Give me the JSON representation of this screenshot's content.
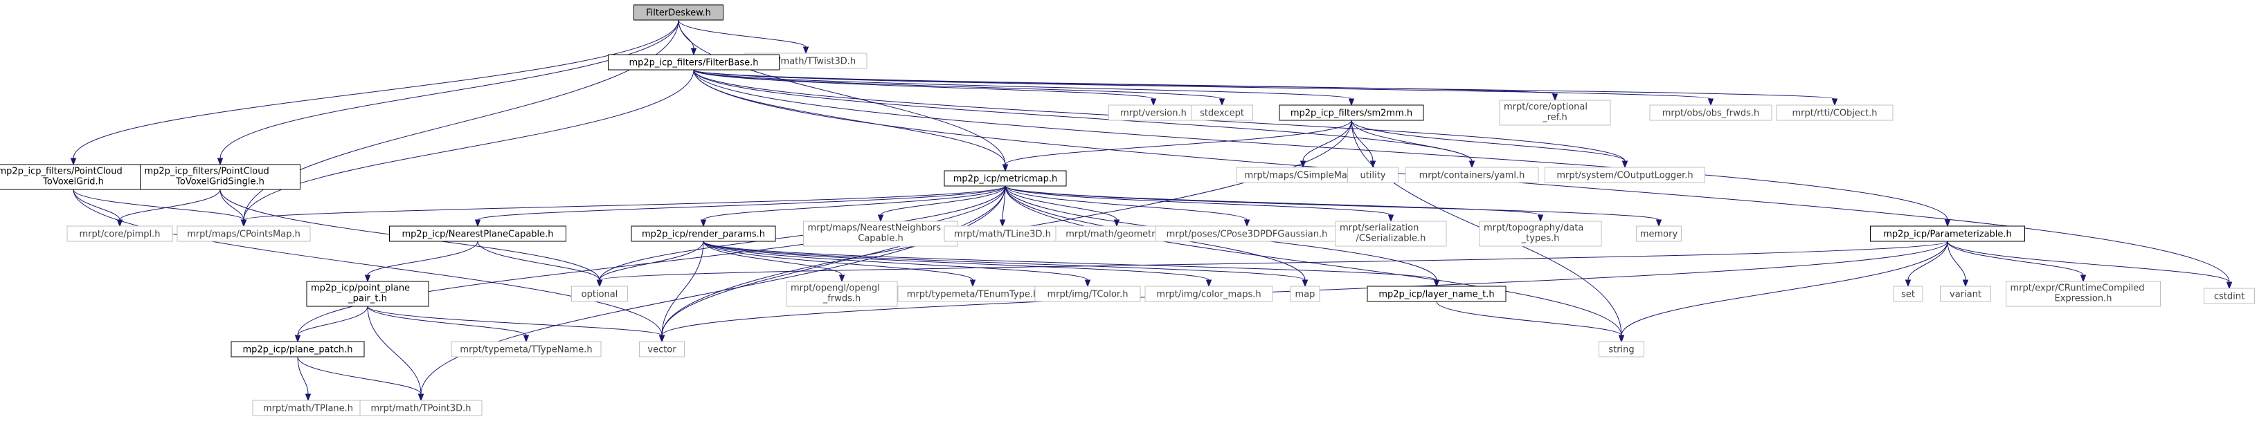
{
  "diagram": {
    "kind": "include-dependency-graph",
    "colors": {
      "edge": "#191970",
      "documented_border": "#000000",
      "system_border": "#bfbfbf",
      "root_fill": "#bfbfbf",
      "text_dark": "#000000",
      "text_grey": "#404040"
    },
    "nodes": [
      {
        "id": "root",
        "lines": [
          "FilterDeskew.h"
        ],
        "style": "root"
      },
      {
        "id": "ttwist",
        "lines": [
          "mrpt/math/TTwist3D.h"
        ],
        "style": "system"
      },
      {
        "id": "filterbase",
        "lines": [
          "mp2p_icp_filters/FilterBase.h"
        ],
        "style": "documented"
      },
      {
        "id": "pcvg",
        "lines": [
          "mp2p_icp_filters/PointCloud",
          "ToVoxelGrid.h"
        ],
        "style": "documented"
      },
      {
        "id": "pcvgs",
        "lines": [
          "mp2p_icp_filters/PointCloud",
          "ToVoxelGridSingle.h"
        ],
        "style": "documented"
      },
      {
        "id": "version",
        "lines": [
          "mrpt/version.h"
        ],
        "style": "system"
      },
      {
        "id": "stdexcept",
        "lines": [
          "stdexcept"
        ],
        "style": "system"
      },
      {
        "id": "sm2mm",
        "lines": [
          "mp2p_icp_filters/sm2mm.h"
        ],
        "style": "documented"
      },
      {
        "id": "optional_ref",
        "lines": [
          "mrpt/core/optional",
          "_ref.h"
        ],
        "style": "system"
      },
      {
        "id": "obsfrwds",
        "lines": [
          "mrpt/obs/obs_frwds.h"
        ],
        "style": "system"
      },
      {
        "id": "cobject",
        "lines": [
          "mrpt/rtti/CObject.h"
        ],
        "style": "system"
      },
      {
        "id": "csimplemap",
        "lines": [
          "mrpt/maps/CSimpleMap.h"
        ],
        "style": "system"
      },
      {
        "id": "utility",
        "lines": [
          "utility"
        ],
        "style": "system"
      },
      {
        "id": "yaml",
        "lines": [
          "mrpt/containers/yaml.h"
        ],
        "style": "system"
      },
      {
        "id": "coutlogger",
        "lines": [
          "mrpt/system/COutputLogger.h"
        ],
        "style": "system"
      },
      {
        "id": "metricmap",
        "lines": [
          "mp2p_icp/metricmap.h"
        ],
        "style": "documented"
      },
      {
        "id": "pimpl",
        "lines": [
          "mrpt/core/pimpl.h"
        ],
        "style": "system"
      },
      {
        "id": "cpointsmap",
        "lines": [
          "mrpt/maps/CPointsMap.h"
        ],
        "style": "system"
      },
      {
        "id": "nearestplane",
        "lines": [
          "mp2p_icp/NearestPlaneCapable.h"
        ],
        "style": "documented"
      },
      {
        "id": "renderparams",
        "lines": [
          "mp2p_icp/render_params.h"
        ],
        "style": "documented"
      },
      {
        "id": "nnc",
        "lines": [
          "mrpt/maps/NearestNeighbors",
          "Capable.h"
        ],
        "style": "system"
      },
      {
        "id": "tline",
        "lines": [
          "mrpt/math/TLine3D.h"
        ],
        "style": "system"
      },
      {
        "id": "geometry",
        "lines": [
          "mrpt/math/geometry.h"
        ],
        "style": "system"
      },
      {
        "id": "cpose",
        "lines": [
          "mrpt/poses/CPose3DPDFGaussian.h"
        ],
        "style": "system"
      },
      {
        "id": "cserial",
        "lines": [
          "mrpt/serialization",
          "/CSerializable.h"
        ],
        "style": "system"
      },
      {
        "id": "topo",
        "lines": [
          "mrpt/topography/data",
          "_types.h"
        ],
        "style": "system"
      },
      {
        "id": "memory",
        "lines": [
          "memory"
        ],
        "style": "system"
      },
      {
        "id": "parameterizable",
        "lines": [
          "mp2p_icp/Parameterizable.h"
        ],
        "style": "documented"
      },
      {
        "id": "cstdint",
        "lines": [
          "cstdint"
        ],
        "style": "system"
      },
      {
        "id": "optional",
        "lines": [
          "optional"
        ],
        "style": "system"
      },
      {
        "id": "ppp",
        "lines": [
          "mp2p_icp/point_plane",
          "_pair_t.h"
        ],
        "style": "documented"
      },
      {
        "id": "opengl",
        "lines": [
          "mrpt/opengl/opengl",
          "_frwds.h"
        ],
        "style": "system"
      },
      {
        "id": "tenum",
        "lines": [
          "mrpt/typemeta/TEnumType.h"
        ],
        "style": "system"
      },
      {
        "id": "tcolor",
        "lines": [
          "mrpt/img/TColor.h"
        ],
        "style": "system"
      },
      {
        "id": "colormaps",
        "lines": [
          "mrpt/img/color_maps.h"
        ],
        "style": "system"
      },
      {
        "id": "map",
        "lines": [
          "map"
        ],
        "style": "system"
      },
      {
        "id": "layername",
        "lines": [
          "mp2p_icp/layer_name_t.h"
        ],
        "style": "documented"
      },
      {
        "id": "set",
        "lines": [
          "set"
        ],
        "style": "system"
      },
      {
        "id": "variant",
        "lines": [
          "variant"
        ],
        "style": "system"
      },
      {
        "id": "cruntime",
        "lines": [
          "mrpt/expr/CRuntimeCompiled",
          "Expression.h"
        ],
        "style": "system"
      },
      {
        "id": "vector",
        "lines": [
          "vector"
        ],
        "style": "system"
      },
      {
        "id": "string",
        "lines": [
          "string"
        ],
        "style": "system"
      },
      {
        "id": "ttypename",
        "lines": [
          "mrpt/typemeta/TTypeName.h"
        ],
        "style": "system"
      },
      {
        "id": "planepatch",
        "lines": [
          "mp2p_icp/plane_patch.h"
        ],
        "style": "documented"
      },
      {
        "id": "tplane",
        "lines": [
          "mrpt/math/TPlane.h"
        ],
        "style": "system"
      },
      {
        "id": "tpoint",
        "lines": [
          "mrpt/math/TPoint3D.h"
        ],
        "style": "system"
      }
    ],
    "edges": [
      [
        "root",
        "ttwist"
      ],
      [
        "root",
        "filterbase"
      ],
      [
        "root",
        "pcvg"
      ],
      [
        "root",
        "pcvgs"
      ],
      [
        "root",
        "cpointsmap"
      ],
      [
        "root",
        "metricmap"
      ],
      [
        "filterbase",
        "version"
      ],
      [
        "filterbase",
        "stdexcept"
      ],
      [
        "filterbase",
        "sm2mm"
      ],
      [
        "filterbase",
        "optional_ref"
      ],
      [
        "filterbase",
        "obsfrwds"
      ],
      [
        "filterbase",
        "cobject"
      ],
      [
        "filterbase",
        "yaml"
      ],
      [
        "filterbase",
        "coutlogger"
      ],
      [
        "filterbase",
        "metricmap"
      ],
      [
        "filterbase",
        "cpointsmap"
      ],
      [
        "filterbase",
        "parameterizable"
      ],
      [
        "filterbase",
        "cstdint"
      ],
      [
        "sm2mm",
        "csimplemap"
      ],
      [
        "sm2mm",
        "utility"
      ],
      [
        "sm2mm",
        "yaml"
      ],
      [
        "sm2mm",
        "coutlogger"
      ],
      [
        "sm2mm",
        "metricmap"
      ],
      [
        "sm2mm",
        "string"
      ],
      [
        "sm2mm",
        "vector"
      ],
      [
        "pcvg",
        "pimpl"
      ],
      [
        "pcvg",
        "cpointsmap"
      ],
      [
        "pcvg",
        "vector"
      ],
      [
        "pcvgs",
        "pimpl"
      ],
      [
        "pcvgs",
        "cpointsmap"
      ],
      [
        "pcvgs",
        "optional"
      ],
      [
        "metricmap",
        "cpointsmap"
      ],
      [
        "metricmap",
        "nearestplane"
      ],
      [
        "metricmap",
        "renderparams"
      ],
      [
        "metricmap",
        "nnc"
      ],
      [
        "metricmap",
        "tline"
      ],
      [
        "metricmap",
        "geometry"
      ],
      [
        "metricmap",
        "cpose"
      ],
      [
        "metricmap",
        "cserial"
      ],
      [
        "metricmap",
        "topo"
      ],
      [
        "metricmap",
        "memory"
      ],
      [
        "metricmap",
        "string"
      ],
      [
        "metricmap",
        "map"
      ],
      [
        "metricmap",
        "layername"
      ],
      [
        "metricmap",
        "vector"
      ],
      [
        "metricmap",
        "optional"
      ],
      [
        "metricmap",
        "planepatch"
      ],
      [
        "metricmap",
        "tpoint"
      ],
      [
        "nearestplane",
        "optional"
      ],
      [
        "nearestplane",
        "ppp"
      ],
      [
        "renderparams",
        "optional"
      ],
      [
        "renderparams",
        "opengl"
      ],
      [
        "renderparams",
        "tenum"
      ],
      [
        "renderparams",
        "tcolor"
      ],
      [
        "renderparams",
        "colormaps"
      ],
      [
        "renderparams",
        "map"
      ],
      [
        "renderparams",
        "layername"
      ],
      [
        "renderparams",
        "vector"
      ],
      [
        "ppp",
        "planepatch"
      ],
      [
        "ppp",
        "ttypename"
      ],
      [
        "ppp",
        "vector"
      ],
      [
        "ppp",
        "tpoint"
      ],
      [
        "planepatch",
        "tplane"
      ],
      [
        "planepatch",
        "tpoint"
      ],
      [
        "layername",
        "string"
      ],
      [
        "parameterizable",
        "optional"
      ],
      [
        "parameterizable",
        "set"
      ],
      [
        "parameterizable",
        "variant"
      ],
      [
        "parameterizable",
        "cruntime"
      ],
      [
        "parameterizable",
        "cstdint"
      ],
      [
        "parameterizable",
        "string"
      ],
      [
        "parameterizable",
        "vector"
      ]
    ]
  }
}
